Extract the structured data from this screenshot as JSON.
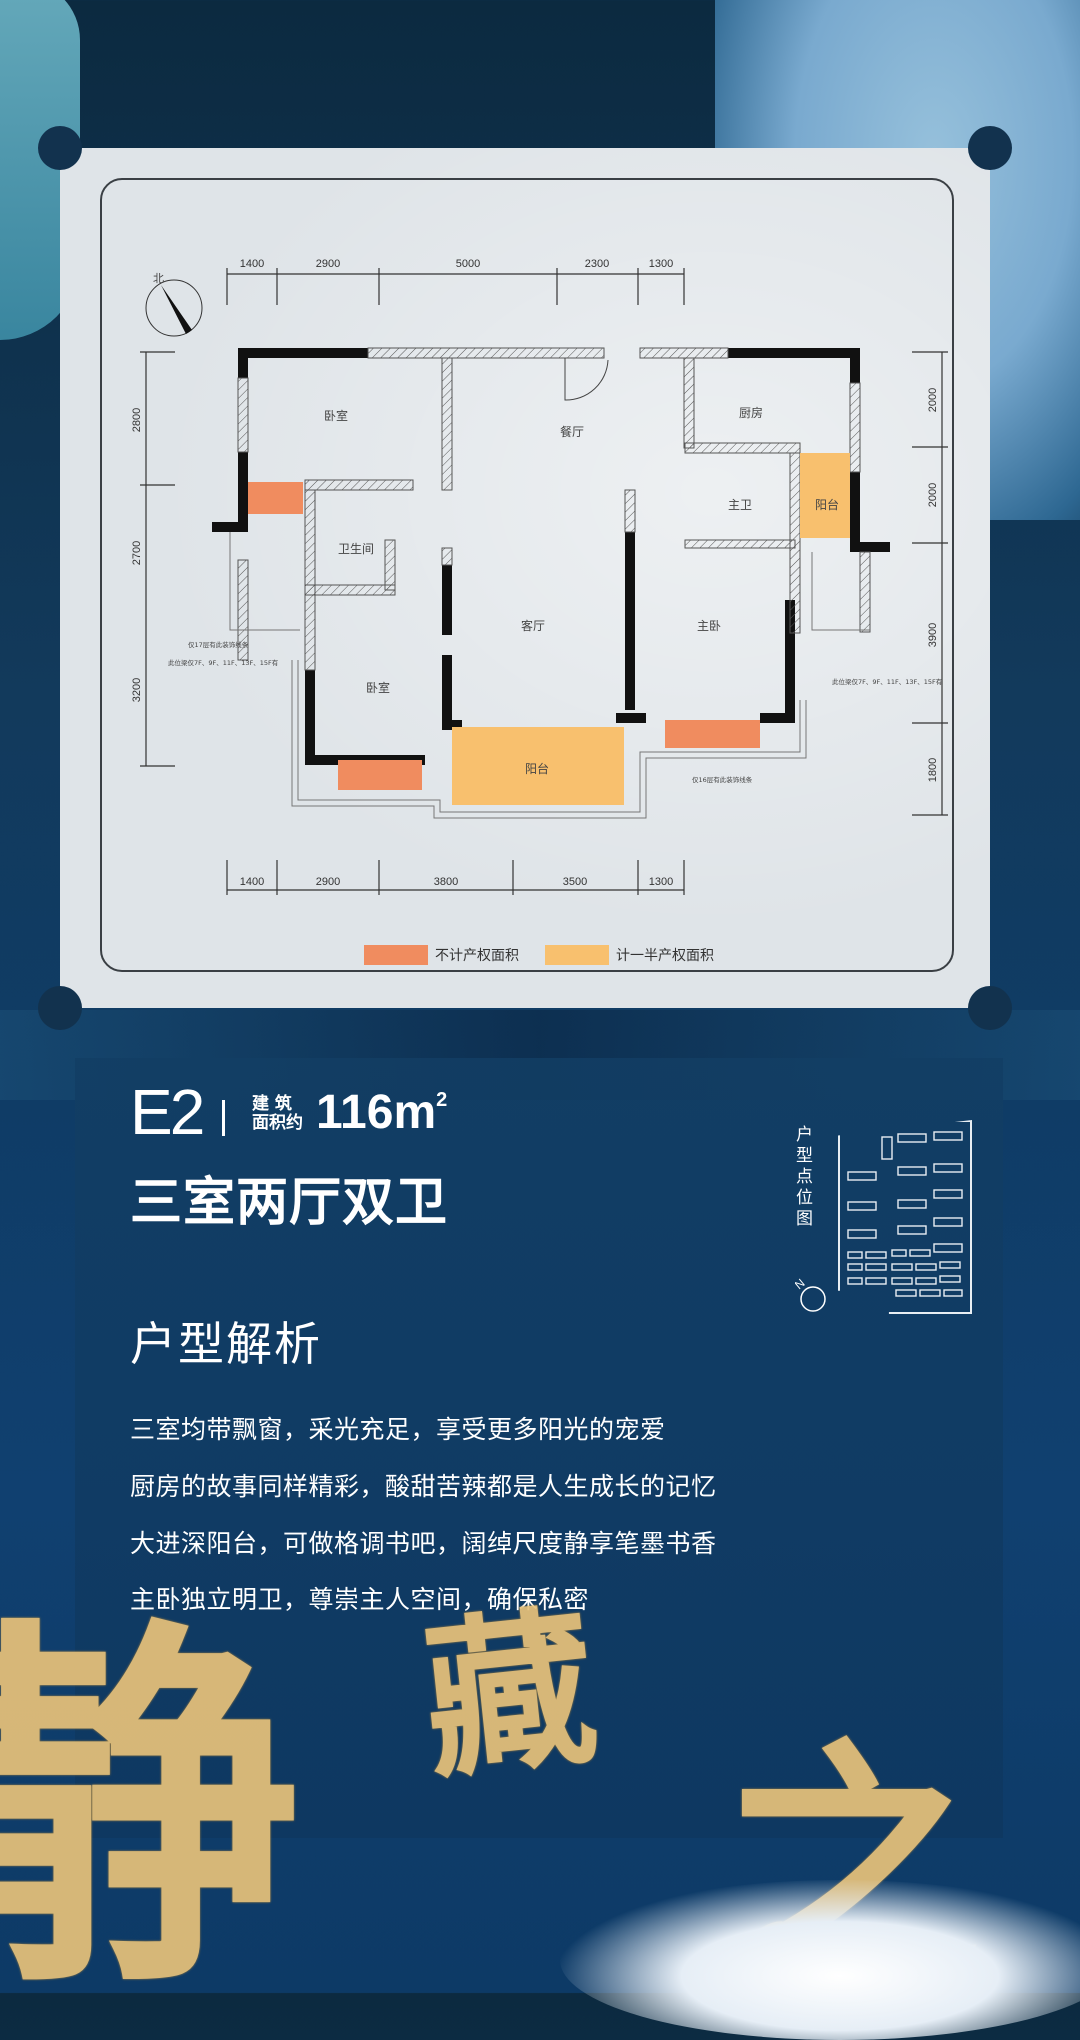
{
  "floor_plan": {
    "top_dimensions": [
      "1400",
      "2900",
      "5000",
      "2300",
      "1300"
    ],
    "bottom_dimensions": [
      "1400",
      "2900",
      "3800",
      "3500",
      "1300"
    ],
    "left_dimensions": [
      "2800",
      "2700",
      "3200"
    ],
    "right_dimensions": [
      "2000",
      "2000",
      "3900",
      "1800"
    ],
    "north_label": "北",
    "rooms": {
      "bedroom_nw": "卧室",
      "bathroom": "卫生间",
      "bedroom_sw": "卧室",
      "dining": "餐厅",
      "living": "客厅",
      "balcony_main": "阳台",
      "kitchen": "厨房",
      "master_bath": "主卫",
      "balcony_small": "阳台",
      "master_bedroom": "主卧"
    },
    "notes": {
      "left_note_1": "仅17层有此装饰线条",
      "left_note_2": "此位梁仅7F、9F、11F、13F、15F有",
      "right_note_1": "此位梁仅7F、9F、11F、13F、15F有",
      "right_note_2": "仅16层有此装饰线条"
    },
    "legend": [
      {
        "label": "不计产权面积",
        "color": "#f08c5f"
      },
      {
        "label": "计一半产权面积",
        "color": "#f8c06e"
      }
    ]
  },
  "unit": {
    "code": "E2",
    "area_label_line1": "建 筑",
    "area_label_line2": "面积约",
    "area_value": "116m",
    "area_unit_sup": "2",
    "type": "三室两厅双卫"
  },
  "location_map": {
    "label": "户型点位图",
    "north_label": "N"
  },
  "analysis": {
    "title": "户型解析",
    "lines": [
      "三室均带飘窗，采光充足，享受更多阳光的宠爱",
      "厨房的故事同样精彩，酸甜苦辣都是人生成长的记忆",
      "大进深阳台，可做格调书吧，阔绰尺度静享笔墨书香",
      "主卧独立明卫，尊崇主人空间，确保私密"
    ]
  },
  "calligraphy": {
    "char_1": "静",
    "char_2": "藏",
    "char_3": "之"
  },
  "colors": {
    "non_property_area": "#f08c5f",
    "half_property_area": "#f8c06e",
    "panel_bg": "#0f3c66",
    "gold": "#e8c27a"
  }
}
